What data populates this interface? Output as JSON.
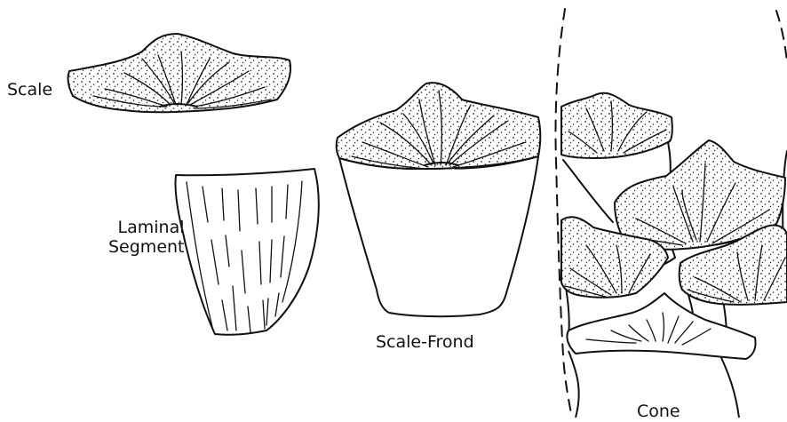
{
  "labels": {
    "scale": "Scale",
    "laminal_line1": "Laminal",
    "laminal_line2": "Segment",
    "scale_frond": "Scale-Frond",
    "cone": "Cone"
  }
}
